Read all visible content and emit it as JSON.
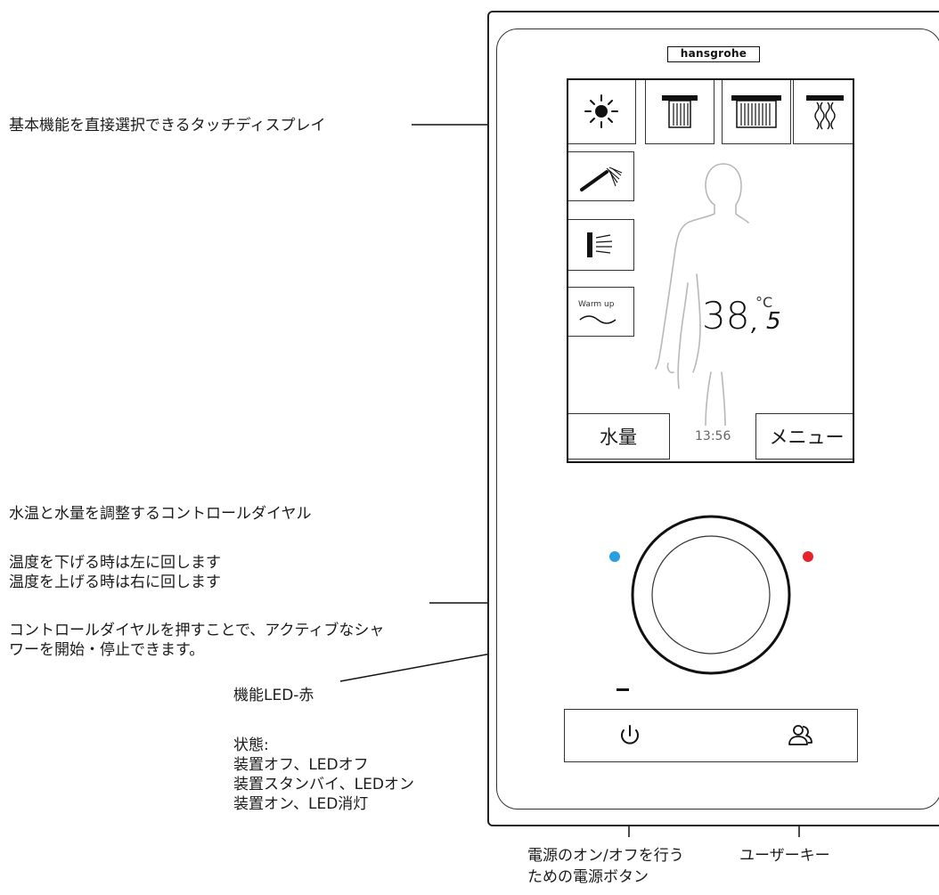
{
  "callouts": {
    "touch_display": "基本機能を直接選択できるタッチディスプレイ",
    "dial_title": "水温と水量を調整するコントロールダイヤル",
    "dial_left": "温度を下げる時は左に回します",
    "dial_right": "温度を上げる時は右に回します",
    "dial_press_1": "コントロールダイヤルを押すことで、アクティブなシャ",
    "dial_press_2": "ワーを開始・停止できます。",
    "led_title": "機能LED-赤",
    "led_state_heading": "状態:",
    "led_state_1": "装置オフ、LEDオフ",
    "led_state_2": "装置スタンバイ、LEDオン",
    "led_state_3": "装置オン、LED消灯",
    "power_1": "電源のオン/オフを行う",
    "power_2": "ための電源ボタン",
    "user_key": "ユーザーキー"
  },
  "device": {
    "brand": "hansgrohe",
    "screen": {
      "temperature_int": "38",
      "temperature_dec": "5",
      "temperature_sep": ",",
      "temperature_unit": "°C",
      "time": "13:56",
      "warm_up_label": "Warm up",
      "volume_button": "水量",
      "menu_button": "メニュー"
    },
    "mode_icons": [
      "sun-icon",
      "rain-shower-icon",
      "wide-rain-shower-icon",
      "massage-jet-icon",
      "hand-shower-icon",
      "side-spray-icon",
      "warm-up-icon"
    ],
    "dial_colors": {
      "cold": "#2a9fe0",
      "hot": "#e8222a"
    },
    "power_icon": "power-icon",
    "user_icon": "user-icon"
  }
}
